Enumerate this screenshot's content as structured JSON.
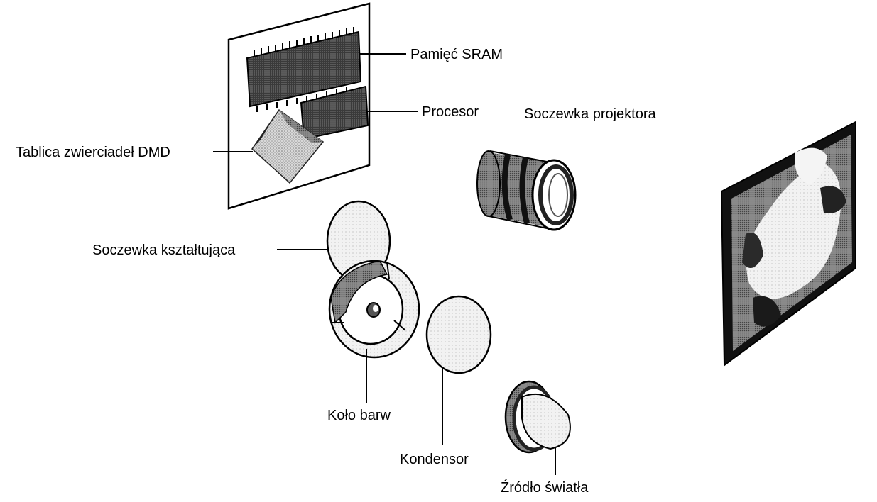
{
  "labels": {
    "sram": "Pamięć SRAM",
    "processor": "Procesor",
    "dmd": "Tablica zwierciadeł DMD",
    "projector_lens": "Soczewka projektora",
    "shaping_lens": "Soczewka kształtująca",
    "color_wheel": "Koło barw",
    "condenser": "Kondensor",
    "light_source": "Źródło światła"
  }
}
